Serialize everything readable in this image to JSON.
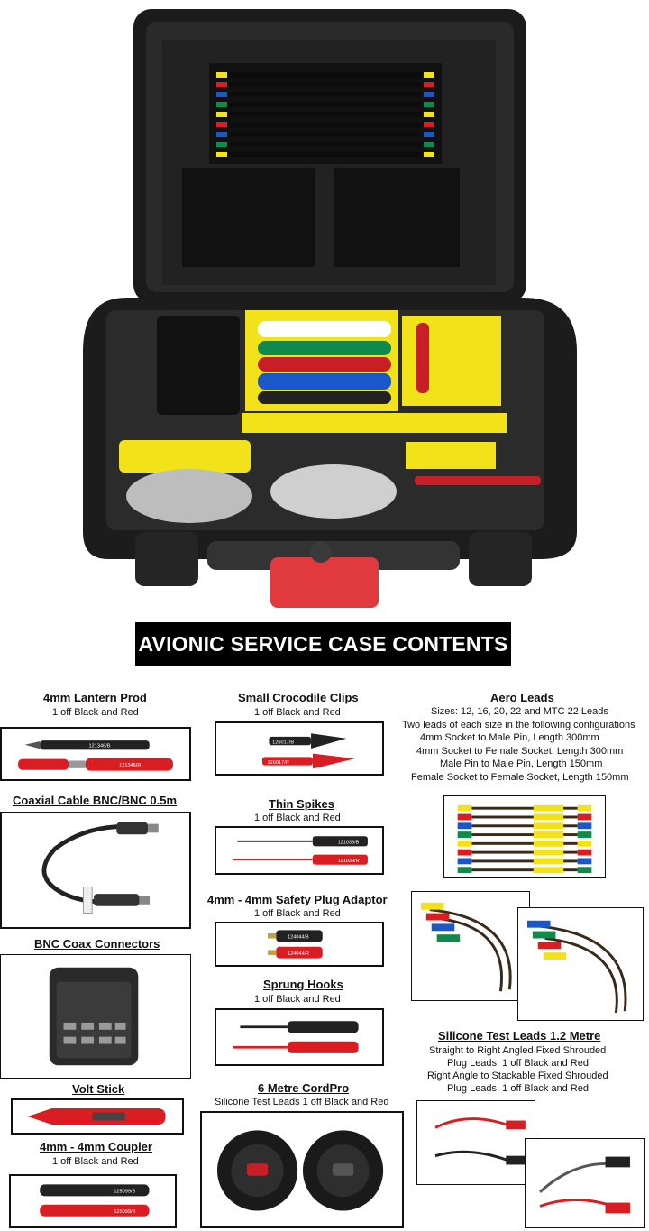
{
  "banner": {
    "title": "AVIONIC SERVICE CASE CONTENTS"
  },
  "items": [
    {
      "title": "4mm Lantern Prod",
      "description": "1 off Black and Red",
      "part_labels": [
        "121346/B",
        "121346/R"
      ]
    },
    {
      "title": "Coaxial Cable BNC/BNC 0.5m"
    },
    {
      "title": "BNC Coax Connectors"
    },
    {
      "title": "Volt Stick"
    },
    {
      "title": "4mm - 4mm Coupler",
      "description": "1 off Black and Red",
      "part_labels": [
        "125099/B",
        "125099/R"
      ]
    },
    {
      "title": "Small Crocodile Clips",
      "description": "1 off Black and Red",
      "part_labels": [
        "126017/B",
        "126017/R"
      ]
    },
    {
      "title": "Thin Spikes",
      "description": "1 off Black and Red",
      "part_labels": [
        "121039/B",
        "121039/R"
      ]
    },
    {
      "title": "4mm - 4mm Safety Plug Adaptor",
      "description": "1 off Black and Red",
      "part_labels": [
        "124044/B",
        "124044/R"
      ]
    },
    {
      "title": "Sprung Hooks",
      "description": "1 off Black and Red"
    },
    {
      "title": "6 Metre CordPro",
      "description": "Silicone Test Leads 1 off Black and Red"
    },
    {
      "title": "Aero Leads",
      "description_lines": [
        "Sizes: 12, 16, 20, 22 and MTC 22 Leads",
        "Two leads of each size in the following configurations",
        "4mm Socket to Male Pin, Length 300mm",
        "4mm Socket to Female Socket, Length 300mm",
        "Male Pin to Male Pin, Length 150mm",
        "Female Socket to Female Socket, Length 150mm"
      ]
    },
    {
      "title": "Silicone Test Leads 1.2 Metre",
      "description_lines": [
        "Straight to Right Angled Fixed Shrouded",
        "Plug Leads. 1 off Black and Red",
        "Right Angle to Stackable Fixed Shrouded",
        "Plug Leads. 1 off Black and Red"
      ]
    }
  ],
  "colors": {
    "banner_bg": "#000000",
    "banner_text": "#ffffff",
    "probe_red": "#d81e22",
    "probe_black": "#222222",
    "case_black": "#1c1c1c",
    "foam_yellow": "#f2e21a"
  }
}
